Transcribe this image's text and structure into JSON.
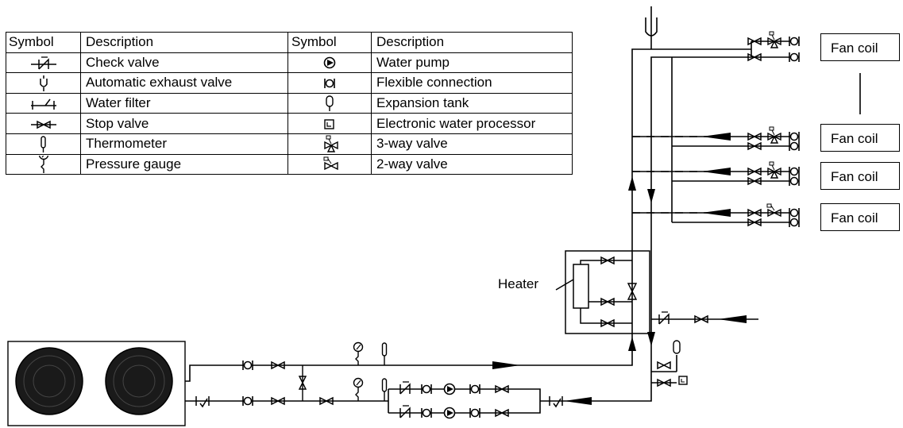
{
  "legend": {
    "headers": {
      "symbol_left": "Symbol",
      "description_left": "Description",
      "symbol_right": "Symbol",
      "description_right": "Description"
    },
    "rows": [
      {
        "left_icon": "check-valve-icon",
        "left": "Check valve",
        "right_icon": "water-pump-icon",
        "right": "Water pump"
      },
      {
        "left_icon": "automatic-exhaust-valve-icon",
        "left": "Automatic exhaust valve",
        "right_icon": "flexible-connection-icon",
        "right": "Flexible connection"
      },
      {
        "left_icon": "water-filter-icon",
        "left": "Water filter",
        "right_icon": "expansion-tank-icon",
        "right": "Expansion tank"
      },
      {
        "left_icon": "stop-valve-icon",
        "left": "Stop valve",
        "right_icon": "electronic-water-processor-icon",
        "right": "Electronic water processor"
      },
      {
        "left_icon": "thermometer-icon",
        "left": "Thermometer",
        "right_icon": "three-way-valve-icon",
        "right": "3-way valve"
      },
      {
        "left_icon": "pressure-gauge-icon",
        "left": "Pressure gauge",
        "right_icon": "two-way-valve-icon",
        "right": "2-way valve"
      }
    ]
  },
  "heater": {
    "label": "Heater"
  },
  "fan_coils": [
    "Fan coil",
    "Fan coil",
    "Fan coil",
    "Fan coil"
  ]
}
